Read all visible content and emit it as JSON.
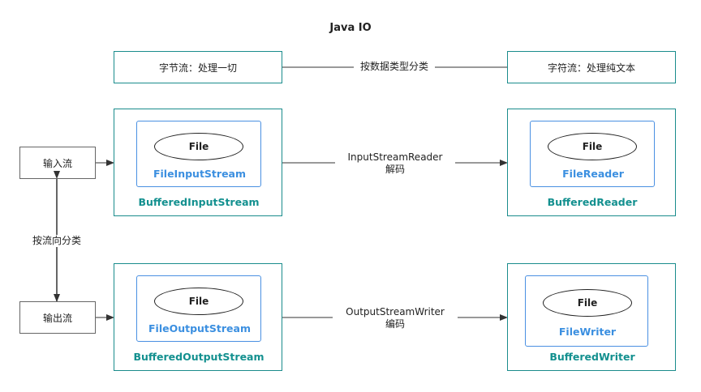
{
  "title": "Java IO",
  "top": {
    "left": "字节流：处理一切",
    "middle": "按数据类型分类",
    "right": "字符流：处理纯文本"
  },
  "side": {
    "input": "输入流",
    "output": "输出流",
    "direction": "按流向分类"
  },
  "panels": {
    "input_byte": {
      "file": "File",
      "inner": "FileInputStream",
      "outer": "BufferedInputStream"
    },
    "input_char": {
      "file": "File",
      "inner": "FileReader",
      "outer": "BufferedReader"
    },
    "output_byte": {
      "file": "File",
      "inner": "FileOutputStream",
      "outer": "BufferedOutputStream"
    },
    "output_char": {
      "file": "File",
      "inner": "FileWriter",
      "outer": "BufferedWriter"
    }
  },
  "edges": {
    "reader": {
      "name": "InputStreamReader",
      "note": "解码"
    },
    "writer": {
      "name": "OutputStreamWriter",
      "note": "编码"
    }
  }
}
